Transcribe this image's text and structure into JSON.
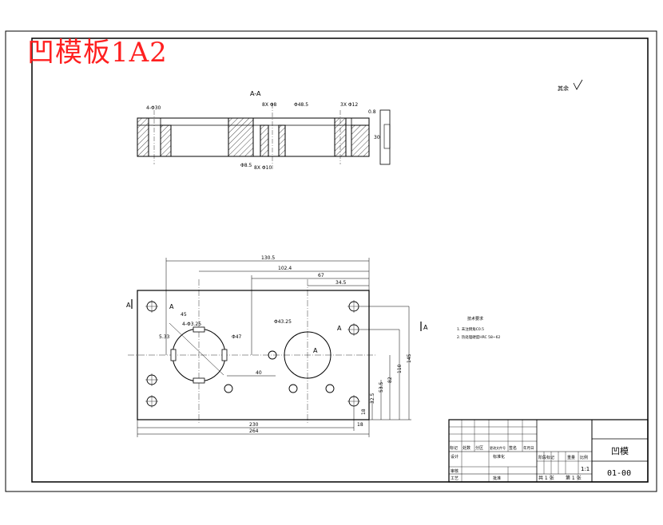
{
  "title": "凹模板1A2",
  "section_label": "A-A",
  "roughness_note": "其余",
  "top_view_labels": {
    "hole_left": "4-Φ30",
    "hole_mid": "8X Φ8",
    "hole_center": "Φ48.5",
    "hole_right": "3X Φ12",
    "chamfer_left": "Φ8.5",
    "chamfer_bottom": "8X Φ10",
    "thickness": "30",
    "right_small": "0.8"
  },
  "plan_dimensions": {
    "d1": "130.5",
    "d2": "102.4",
    "d3": "67",
    "d4": "34.5",
    "width_total": "264",
    "width_inner": "230",
    "right_small": "18",
    "h1": "145",
    "h2": "110",
    "h3": "82",
    "h4": "53.5",
    "h5": "32.5",
    "h6": "18",
    "pitch": "40",
    "bolt_circle": "Φ43.25",
    "slot": "4-Φ3.25",
    "slot2": "5.33",
    "angle": "45",
    "hole_small": "Φ47",
    "section_mark": "A"
  },
  "tech_notes": {
    "title": "技术要求",
    "lines": [
      "1. 未注倒角C0.5",
      "2. 热处理硬度HRC 58~62"
    ]
  },
  "title_block": {
    "part_name": "凹模",
    "drawing_no": "01-00",
    "scale": "1:1",
    "stage_label": "阶段标记",
    "weight_label": "重量",
    "ratio_label": "比例",
    "sheet_total": "共 1 张",
    "sheet_no": "第 1 张",
    "design": "设计",
    "check": "审核",
    "process": "工艺",
    "approve": "批准",
    "std": "标准化",
    "mark_row": [
      "标记",
      "处数",
      "分区",
      "更改文件号",
      "签名",
      "年月日"
    ]
  }
}
